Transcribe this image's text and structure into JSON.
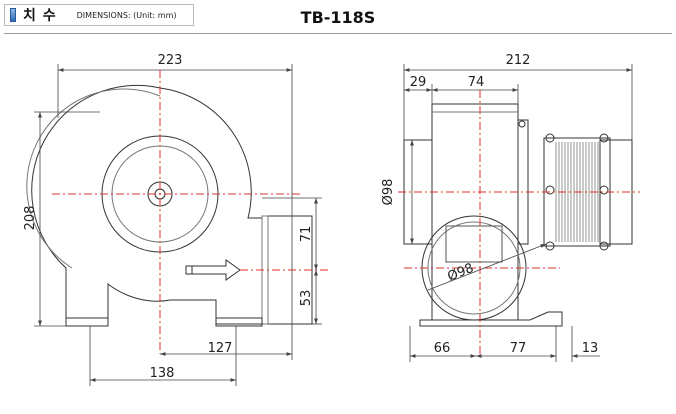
{
  "header": {
    "title": "치 수",
    "subtitle": "DIMENSIONS: (Unit: mm)"
  },
  "model_name": "TB-118S",
  "front_view": {
    "dim_width": "223",
    "dim_height": "208",
    "dim_outlet_upper": "71",
    "dim_outlet_lower": "53",
    "dim_bottom_127": "127",
    "dim_bottom_138": "138"
  },
  "side_view": {
    "dim_total": "212",
    "dim_29": "29",
    "dim_74": "74",
    "dim_inlet_diameter": "Ø98",
    "dim_outlet_diameter": "Ø98",
    "dim_66": "66",
    "dim_77": "77",
    "dim_13": "13"
  },
  "colors": {
    "line": "#333333",
    "centerline": "#e0322a",
    "dimension": "#444444"
  }
}
